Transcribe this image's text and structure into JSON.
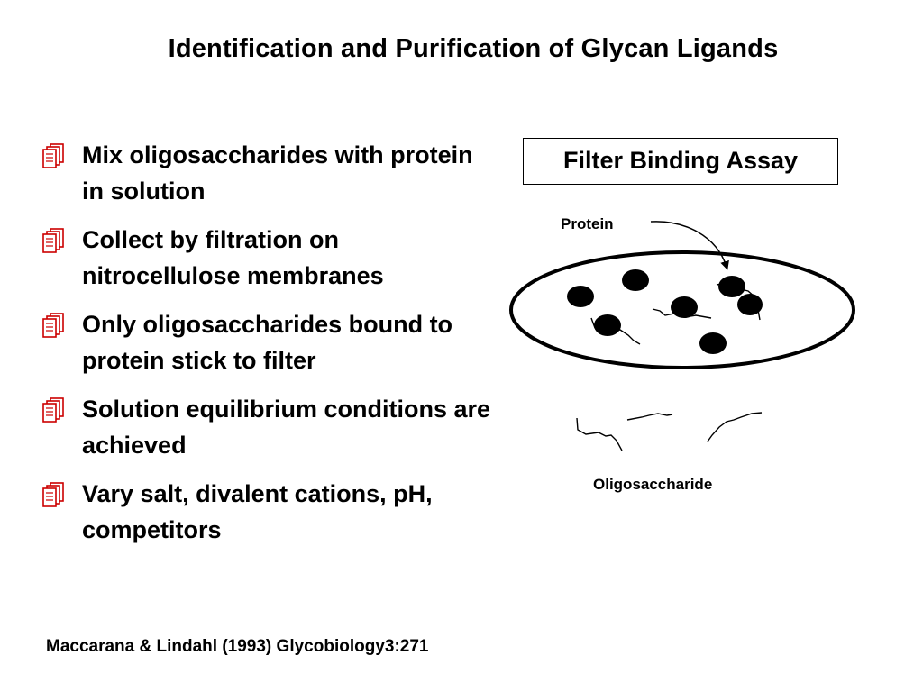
{
  "title": "Identification and Purification of Glycan Ligands",
  "bullets": [
    "Mix oligosaccharides with protein in solution",
    "Collect by filtration on nitrocellulose membranes",
    "Only oligosaccharides bound to protein stick to filter",
    "Solution equilibrium conditions are achieved",
    "Vary salt, divalent cations, pH, competitors"
  ],
  "bullet_icon": "document-stack-icon",
  "bullet_color": "#cc0000",
  "assay": {
    "title": "Filter Binding Assay",
    "protein_label": "Protein",
    "oligo_label": "Oligosaccharide"
  },
  "citation": "Maccarana & Lindahl (1993) Glycobiology3:271"
}
